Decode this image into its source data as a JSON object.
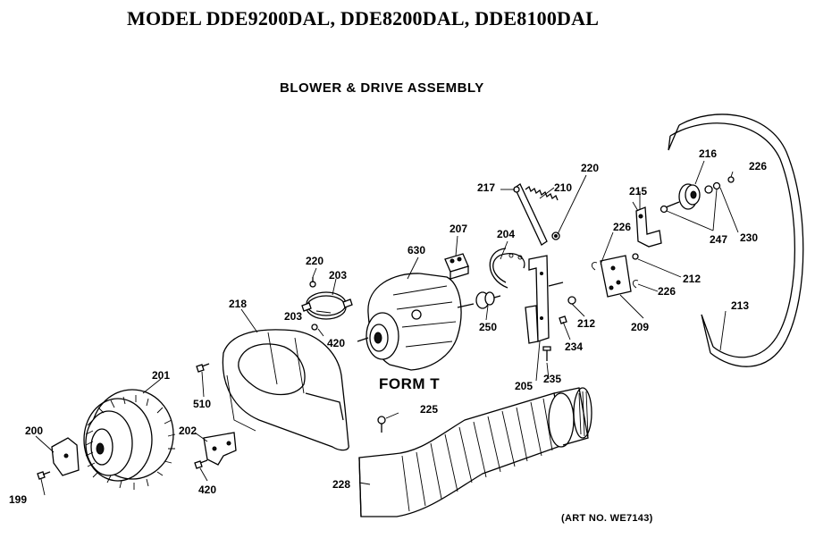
{
  "header": {
    "model_title": "MODEL DDE9200DAL, DDE8200DAL, DDE8100DAL",
    "assembly_title": "BLOWER & DRIVE ASSEMBLY"
  },
  "form_label": "FORM T",
  "art_number": "(ART NO. WE7143)",
  "callouts": {
    "c199": "199",
    "c200": "200",
    "c201": "201",
    "c202": "202",
    "c203a": "203",
    "c203b": "203",
    "c204": "204",
    "c205": "205",
    "c207": "207",
    "c209": "209",
    "c210": "210",
    "c212a": "212",
    "c212b": "212",
    "c213": "213",
    "c215": "215",
    "c216": "216",
    "c217": "217",
    "c218": "218",
    "c220a": "220",
    "c220b": "220",
    "c225": "225",
    "c226a": "226",
    "c226b": "226",
    "c226c": "226",
    "c228": "228",
    "c230": "230",
    "c234": "234",
    "c235": "235",
    "c247": "247",
    "c250": "250",
    "c420a": "420",
    "c420b": "420",
    "c510": "510",
    "c630": "630"
  }
}
